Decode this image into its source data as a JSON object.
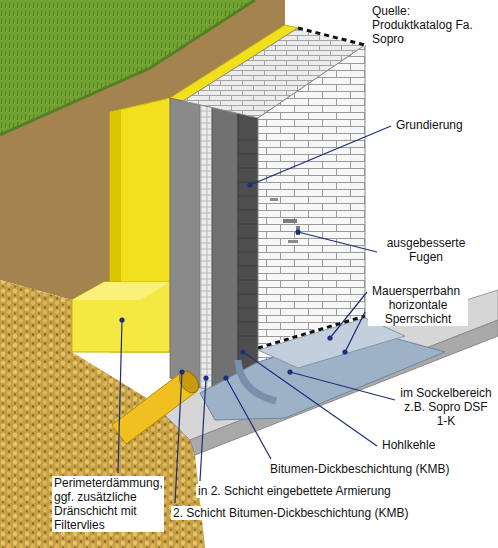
{
  "diagram": {
    "labels": [
      "Quelle: Produktkatalog Fa. Sopro",
      "Grundierung",
      "ausgebesserte Fugen",
      "Mauersperrbahn",
      "horizontale Sperrschicht",
      "im Sockelbereich z.B. Sopro DSF 1-K",
      "Hohlkehle",
      "Bitumen-Dickbeschichtung (KMB)",
      "in 2. Schicht eingebettete Armierung",
      "2. Schicht Bitumen-Dickbeschichtung (KMB)",
      "Perimeterdämmung, ggf. zusätzliche Dränschicht mit Filtervlies"
    ]
  }
}
